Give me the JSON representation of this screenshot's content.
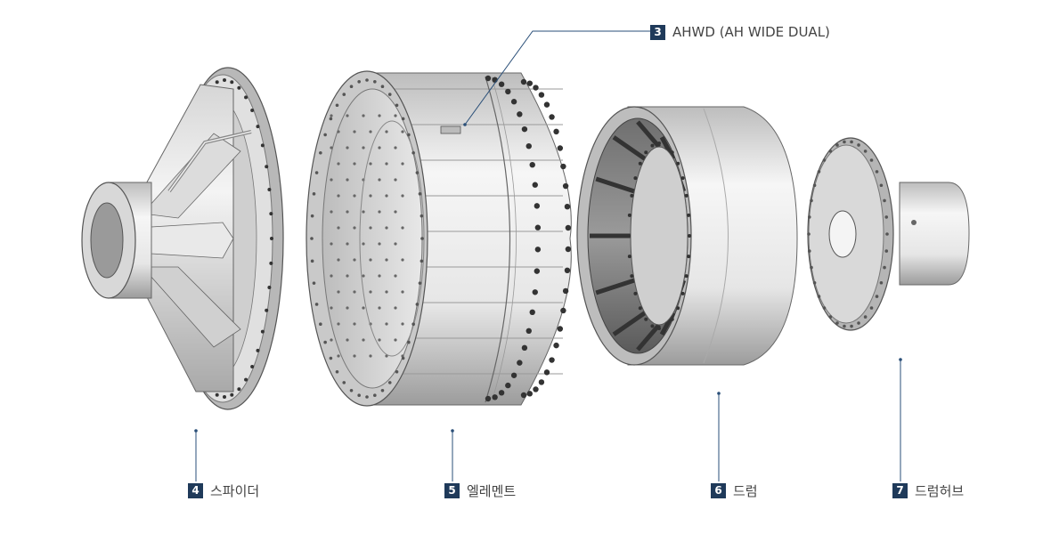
{
  "diagram": {
    "colors": {
      "badge": "#1f3a5a",
      "leader": "#2a4f78",
      "metal_light": "#eeeeee",
      "metal_mid": "#c8c8c8",
      "metal_dark": "#8a8a8a",
      "outline": "#555555",
      "bolt": "#333333"
    },
    "callouts": [
      {
        "id": "ahwd",
        "number": "3",
        "label": "AHWD (AH WIDE DUAL)"
      },
      {
        "id": "spider",
        "number": "4",
        "label": "스파이더"
      },
      {
        "id": "element",
        "number": "5",
        "label": "엘레멘트"
      },
      {
        "id": "drum",
        "number": "6",
        "label": "드럼"
      },
      {
        "id": "drumhub",
        "number": "7",
        "label": "드럼허브"
      }
    ]
  }
}
